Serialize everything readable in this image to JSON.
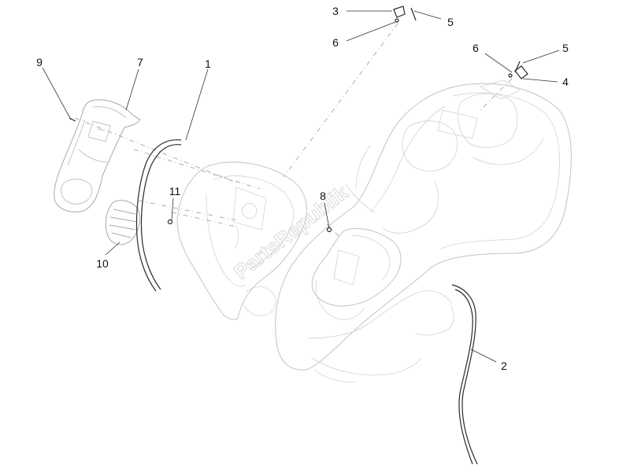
{
  "watermark": "PartsRepublik",
  "callouts": [
    {
      "id": "1",
      "label": "1"
    },
    {
      "id": "2",
      "label": "2"
    },
    {
      "id": "3",
      "label": "3"
    },
    {
      "id": "4",
      "label": "4"
    },
    {
      "id": "5a",
      "label": "5"
    },
    {
      "id": "5b",
      "label": "5"
    },
    {
      "id": "6a",
      "label": "6"
    },
    {
      "id": "6b",
      "label": "6"
    },
    {
      "id": "7",
      "label": "7"
    },
    {
      "id": "8",
      "label": "8"
    },
    {
      "id": "9",
      "label": "9"
    },
    {
      "id": "10",
      "label": "10"
    },
    {
      "id": "11",
      "label": "11"
    }
  ]
}
